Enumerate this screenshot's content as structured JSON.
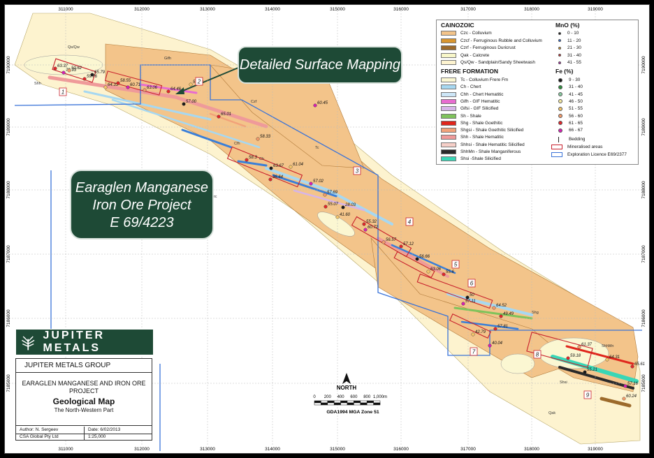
{
  "grid": {
    "eastings": [
      "311000",
      "312000",
      "313000",
      "314000",
      "315000",
      "316000",
      "317000",
      "318000",
      "319000"
    ],
    "northings": [
      "7190000",
      "7189000",
      "7188000",
      "7187000",
      "7186000",
      "7185000"
    ]
  },
  "callouts": {
    "mapping": "Detailed Surface Mapping",
    "project_lines": [
      "Earaglen Manganese",
      "Iron Ore Project",
      "E 69/4223"
    ]
  },
  "area_numbers": [
    "1",
    "2",
    "3",
    "4",
    "5",
    "6",
    "7",
    "8",
    "9"
  ],
  "sample_values": [
    "63.37",
    "79.93",
    "50.62",
    "59.76",
    "65.79",
    "64.33",
    "58.55",
    "60.71",
    "63.06",
    "64.46",
    "57.00",
    "53.13",
    "65.01",
    "60.45",
    "58.33",
    "58.3",
    "63.67",
    "61.04",
    "36.64",
    "57.02",
    "57.69",
    "55.07",
    "28.03",
    "41.60",
    "55.32",
    "60.72",
    "56.57",
    "57.12",
    "56.66",
    "63.06",
    "55.6",
    "57.11",
    "64.52",
    "49.49",
    "50",
    "42.79",
    "57.81",
    "40.04",
    "61.37",
    "59.18",
    "55.21",
    "64.31",
    "65.61",
    "57.16",
    "60.24"
  ],
  "geology_labels": [
    "Qs/Qw",
    "Shh",
    "Czc",
    "Gifh",
    "Cfh",
    "Tc",
    "Czf",
    "Ch",
    "Shg",
    "ShhMn",
    "Shsi",
    "Qak"
  ],
  "legend": {
    "cainozoic": {
      "heading": "CAINOZOIC",
      "items": [
        {
          "code": "Czc",
          "label": "Czc - Colluvium",
          "color": "#f3c48a"
        },
        {
          "code": "Czcf",
          "label": "Czcf - Ferruginous Rubble and Colluvium",
          "color": "#d9962f"
        },
        {
          "code": "Czrf",
          "label": "Czrf - Ferruginous Duricrust",
          "color": "#9c6a2b"
        },
        {
          "code": "Qak",
          "label": "Qak - Calcrete",
          "color": "#f7f6c8"
        },
        {
          "code": "Qs/Qw",
          "label": "Qs/Qw - Sandplain/Sandy Sheetwash",
          "color": "#fdf3cf"
        }
      ]
    },
    "frere": {
      "heading": "FRERE FORMATION",
      "items": [
        {
          "code": "Tc",
          "label": "Tc - Colluvium Frere Fm",
          "color": "#fbf7d2"
        },
        {
          "code": "Ch",
          "label": "Ch - Chert",
          "color": "#a7d8f1"
        },
        {
          "code": "Chh",
          "label": "Chh - Chert Hematitic",
          "color": "#cde6f7"
        },
        {
          "code": "Gifh",
          "label": "Gifh - GIF Hematitic",
          "color": "#e86cd0"
        },
        {
          "code": "Gifsi",
          "label": "Gifsi - GIF Silicified",
          "color": "#d7b5e8"
        },
        {
          "code": "Sh",
          "label": "Sh - Shale",
          "color": "#7fc35b"
        },
        {
          "code": "Shg",
          "label": "Shg - Shale Goethitic",
          "color": "#e0261c"
        },
        {
          "code": "Shgsi",
          "label": "Shgsi - Shale Goethitic Silicified",
          "color": "#f2a27a"
        },
        {
          "code": "Shh",
          "label": "Shh - Shale Hematitic",
          "color": "#ef9a9a"
        },
        {
          "code": "Shhsi",
          "label": "Shhsi - Shale Hematitic Silicified",
          "color": "#f6cfc8"
        },
        {
          "code": "ShhMn",
          "label": "ShhMn - Shale Manganiferous",
          "color": "#2a2a2a"
        },
        {
          "code": "Shsi",
          "label": "Shsi -Shale Silicified",
          "color": "#39d6b6"
        }
      ]
    },
    "mno": {
      "heading": "MnO (%)",
      "items": [
        {
          "label": "0 - 10",
          "color": "#1a1a1a"
        },
        {
          "label": "11 - 20",
          "color": "#2f6fe0"
        },
        {
          "label": "21 - 30",
          "color": "#e6a12b"
        },
        {
          "label": "31 - 40",
          "color": "#d62b2b"
        },
        {
          "label": "41 - 55",
          "color": "#c02ab8"
        }
      ]
    },
    "fe": {
      "heading": "Fe (%)",
      "items": [
        {
          "label": "9 - 30",
          "color": "#1a1a1a"
        },
        {
          "label": "31 - 40",
          "color": "#2f8f3f"
        },
        {
          "label": "41 - 45",
          "color": "#88c9a0"
        },
        {
          "label": "46 - 50",
          "color": "#f4e9a2"
        },
        {
          "label": "51 - 55",
          "color": "#f2c46b"
        },
        {
          "label": "56 - 60",
          "color": "#f29a6b"
        },
        {
          "label": "61 - 65",
          "color": "#e0262a"
        },
        {
          "label": "66 - 67",
          "color": "#d61fb3"
        }
      ]
    },
    "other": [
      {
        "label": "Bedding",
        "kind": "bedding-symbol"
      },
      {
        "label": "Mineralised areas",
        "kind": "red-outline"
      },
      {
        "label": "Exploration Licence E69/2377",
        "kind": "blue-outline"
      }
    ]
  },
  "logo": {
    "text": "JUPITER METALS"
  },
  "title_block": {
    "company": "JUPITER METALS GROUP",
    "project_line1": "EARAGLEN MANGANESE AND IRON ORE",
    "project_line2": "PROJECT",
    "map_title": "Geological Map",
    "subtitle": "The North-Western Part",
    "author": "Author: N. Sergeev",
    "date": "Date: 6/02/2013",
    "firm": "CSA Global Pty Ltd",
    "scale": "1:25,000"
  },
  "scale_bar": {
    "north_label": "NORTH",
    "ticks": [
      "0",
      "200",
      "400",
      "600",
      "800",
      "1,000m"
    ],
    "datum": "GDA1994 MGA Zone 51"
  },
  "colors": {
    "callout_bg": "#1e4a36",
    "licence_line": "#3a73d8",
    "mineralised_outline": "#c8202c",
    "grid_line": "#b9b9b9"
  }
}
